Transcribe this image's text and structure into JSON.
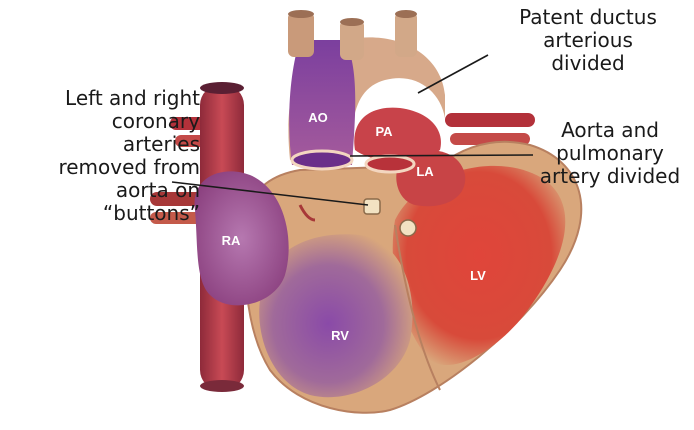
{
  "diagram": {
    "chamber_labels": {
      "ao": "AO",
      "pa": "PA",
      "la": "LA",
      "ra": "RA",
      "lv": "LV",
      "rv": "RV"
    },
    "callouts": {
      "patent_ductus": "Patent ductus\narterious\ndivided",
      "coronary": "Left and right\ncoronary\narteries\nremoved from\naorta on\n“buttons”",
      "aorta_pa": "Aorta and\npulmonary\nartery divided"
    },
    "colors": {
      "background": "#ffffff",
      "heart_tan": "#d9a77c",
      "deoxygenated_purple": "#7b3f9e",
      "oxygenated_red": "#d6352b",
      "vessel_red": "#b8323a",
      "leader_line": "#1a1a1a"
    }
  }
}
